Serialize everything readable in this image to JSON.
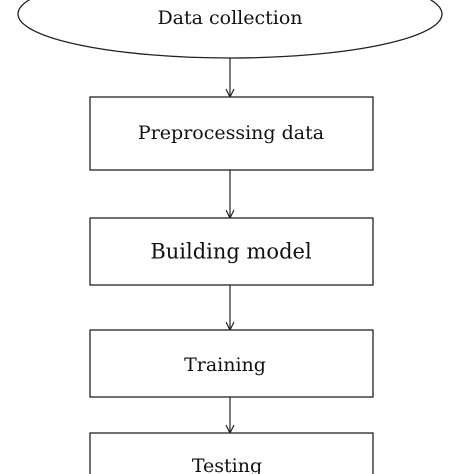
{
  "diagram": {
    "type": "flowchart",
    "nodes": [
      {
        "id": "data-collection",
        "label": "Data collection",
        "shape": "ellipse"
      },
      {
        "id": "preprocessing",
        "label": "Preprocessing data",
        "shape": "rect"
      },
      {
        "id": "building-model",
        "label": "Building model",
        "shape": "rect"
      },
      {
        "id": "training",
        "label": "Training",
        "shape": "rect"
      },
      {
        "id": "testing",
        "label": "Testing",
        "shape": "rect"
      }
    ],
    "edges": [
      {
        "from": "data-collection",
        "to": "preprocessing"
      },
      {
        "from": "preprocessing",
        "to": "building-model"
      },
      {
        "from": "building-model",
        "to": "training"
      },
      {
        "from": "training",
        "to": "testing"
      }
    ]
  }
}
